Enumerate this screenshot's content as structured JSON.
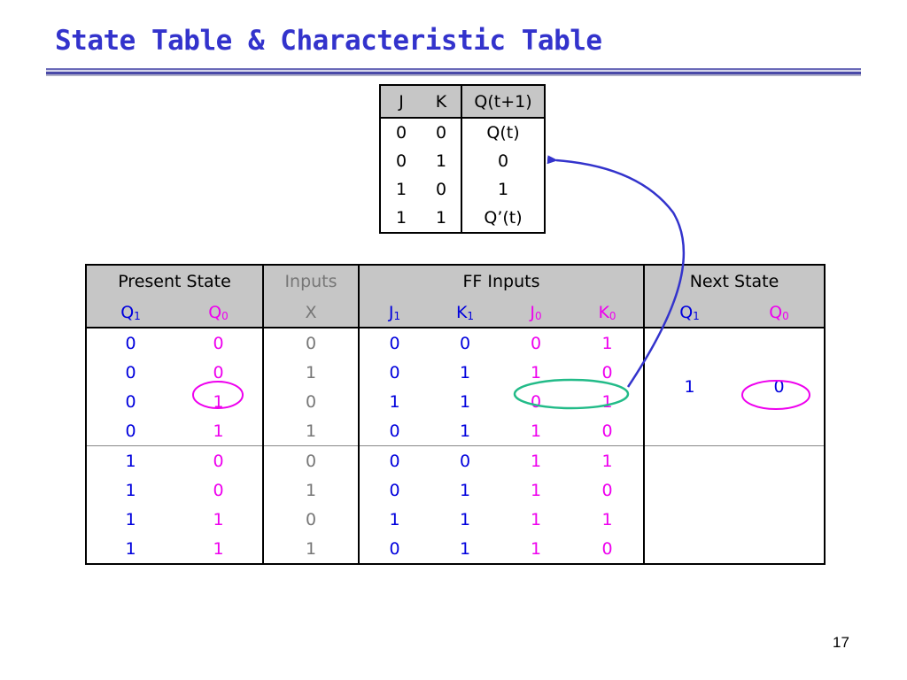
{
  "slide": {
    "title": "State Table & Characteristic Table",
    "page_number": "17"
  },
  "characteristic_table": {
    "headers": [
      "J",
      "K",
      "Q(t+1)"
    ],
    "rows": [
      [
        "0",
        "0",
        "Q(t)"
      ],
      [
        "0",
        "1",
        "0"
      ],
      [
        "1",
        "0",
        "1"
      ],
      [
        "1",
        "1",
        "Q’(t)"
      ]
    ]
  },
  "state_table": {
    "group_headers": {
      "present_state": "Present State",
      "inputs": "Inputs",
      "ff_inputs": "FF Inputs",
      "next_state": "Next State"
    },
    "sub_headers": {
      "q1": "Q",
      "q1_sub": "1",
      "q0": "Q",
      "q0_sub": "0",
      "x": "X",
      "j1": "J",
      "j1_sub": "1",
      "k1": "K",
      "k1_sub": "1",
      "j0": "J",
      "j0_sub": "0",
      "k0": "K",
      "k0_sub": "0",
      "nq1": "Q",
      "nq1_sub": "1",
      "nq0": "Q",
      "nq0_sub": "0"
    },
    "rows": [
      [
        "0",
        "0",
        "0",
        "0",
        "0",
        "0",
        "1"
      ],
      [
        "0",
        "0",
        "1",
        "0",
        "1",
        "1",
        "0"
      ],
      [
        "0",
        "1",
        "0",
        "1",
        "1",
        "0",
        "1"
      ],
      [
        "0",
        "1",
        "1",
        "0",
        "1",
        "1",
        "0"
      ],
      [
        "1",
        "0",
        "0",
        "0",
        "0",
        "1",
        "1"
      ],
      [
        "1",
        "0",
        "1",
        "0",
        "1",
        "1",
        "0"
      ],
      [
        "1",
        "1",
        "0",
        "1",
        "1",
        "1",
        "1"
      ],
      [
        "1",
        "1",
        "1",
        "0",
        "1",
        "1",
        "0"
      ]
    ],
    "next_state": {
      "q1": "1",
      "q0": "0"
    }
  },
  "annotations": {
    "pink_circle_color": "#ee00ee",
    "green_ellipse_color": "#22bb88",
    "arrow_color": "#3333cc"
  }
}
